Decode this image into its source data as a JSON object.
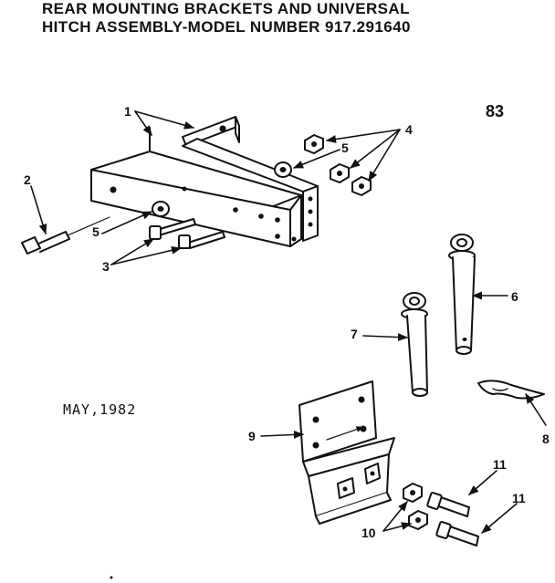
{
  "title": {
    "line1": "REAR MOUNTING BRACKETS AND UNIVERSAL",
    "line2": "HITCH ASSEMBLY-MODEL NUMBER 917.291640"
  },
  "page_number": "83",
  "date": "MAY,1982",
  "callouts": [
    {
      "id": "c1",
      "label": "1"
    },
    {
      "id": "c2",
      "label": "2"
    },
    {
      "id": "c3",
      "label": "3"
    },
    {
      "id": "c4",
      "label": "4"
    },
    {
      "id": "c5a",
      "label": "5"
    },
    {
      "id": "c5b",
      "label": "5"
    },
    {
      "id": "c6",
      "label": "6"
    },
    {
      "id": "c7",
      "label": "7"
    },
    {
      "id": "c8",
      "label": "8"
    },
    {
      "id": "c9",
      "label": "9"
    },
    {
      "id": "c10",
      "label": "10"
    },
    {
      "id": "c11a",
      "label": "11"
    },
    {
      "id": "c11b",
      "label": "11"
    }
  ]
}
